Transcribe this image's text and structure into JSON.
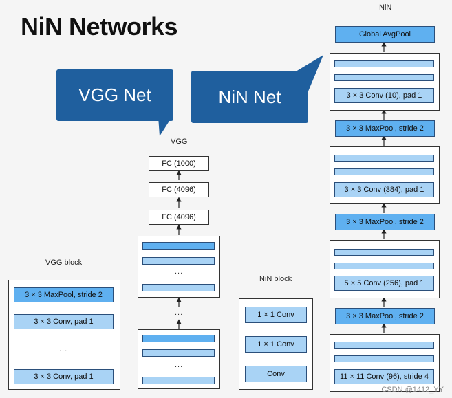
{
  "title": "NiN Networks",
  "bubbles": {
    "vgg": "VGG Net",
    "nin": "NiN Net"
  },
  "vgg_block": {
    "label": "VGG block",
    "layers": [
      "3 × 3 MaxPool, stride 2",
      "3 × 3 Conv, pad 1",
      "3 × 3 Conv, pad 1"
    ],
    "ellipsis": "..."
  },
  "vgg": {
    "label": "VGG",
    "fc": [
      "FC (1000)",
      "FC (4096)",
      "FC (4096)"
    ],
    "ellipsis": "..."
  },
  "nin_block": {
    "label": "NiN block",
    "layers": [
      "1 × 1 Conv",
      "1 × 1 Conv",
      "Conv"
    ]
  },
  "nin": {
    "label": "NiN",
    "global_pool": "Global AvgPool",
    "convs": [
      "3 × 3 Conv (10), pad 1",
      "3 × 3 Conv (384), pad 1",
      "5 × 5 Conv (256), pad 1",
      "11 × 11 Conv (96), stride 4"
    ],
    "maxpools": [
      "3 × 3 MaxPool, stride 2",
      "3 × 3 MaxPool, stride 2",
      "3 × 3 MaxPool, stride 2"
    ]
  },
  "watermark": "CSDN @1412_YY"
}
